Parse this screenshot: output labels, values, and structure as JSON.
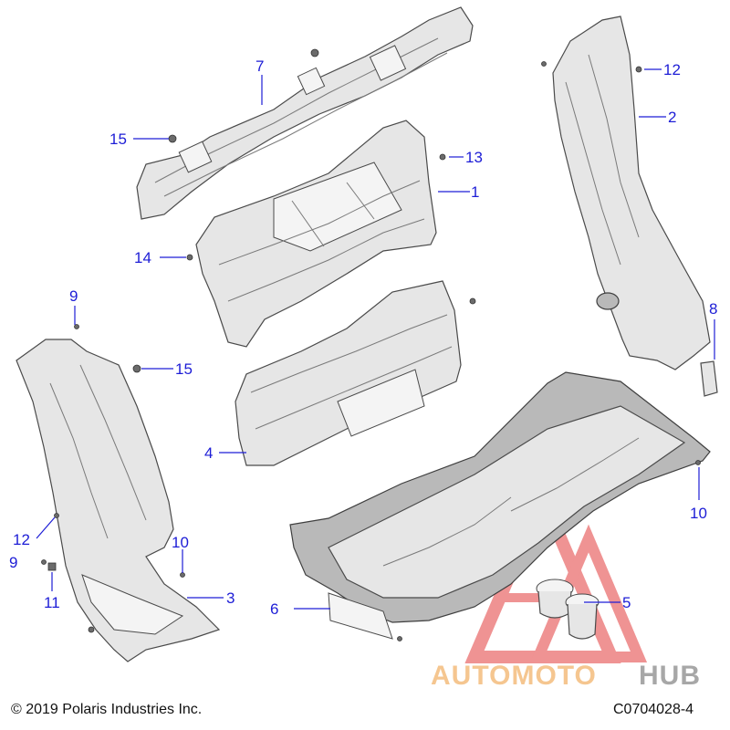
{
  "callouts": [
    {
      "id": "c1",
      "label": "1"
    },
    {
      "id": "c2",
      "label": "2"
    },
    {
      "id": "c3",
      "label": "3"
    },
    {
      "id": "c4",
      "label": "4"
    },
    {
      "id": "c5",
      "label": "5"
    },
    {
      "id": "c6",
      "label": "6"
    },
    {
      "id": "c7",
      "label": "7"
    },
    {
      "id": "c8",
      "label": "8"
    },
    {
      "id": "c9a",
      "label": "9"
    },
    {
      "id": "c9b",
      "label": "9"
    },
    {
      "id": "c10a",
      "label": "10"
    },
    {
      "id": "c10b",
      "label": "10"
    },
    {
      "id": "c11",
      "label": "11"
    },
    {
      "id": "c12a",
      "label": "12"
    },
    {
      "id": "c12b",
      "label": "12"
    },
    {
      "id": "c13",
      "label": "13"
    },
    {
      "id": "c14",
      "label": "14"
    },
    {
      "id": "c15a",
      "label": "15"
    },
    {
      "id": "c15b",
      "label": "15"
    }
  ],
  "watermark": {
    "part1": "AUTOMOTO",
    "part2": "HUB",
    "color1": "#f2b36b",
    "color2": "#8a8a8a",
    "logo_color": "#e23b3b"
  },
  "footer": {
    "copyright": "© 2019 Polaris Industries Inc.",
    "code": "C0704028-4"
  },
  "colors": {
    "callout": "#1d1dd6",
    "part_fill": "#e6e6e6",
    "outline": "#4a4a4a"
  }
}
